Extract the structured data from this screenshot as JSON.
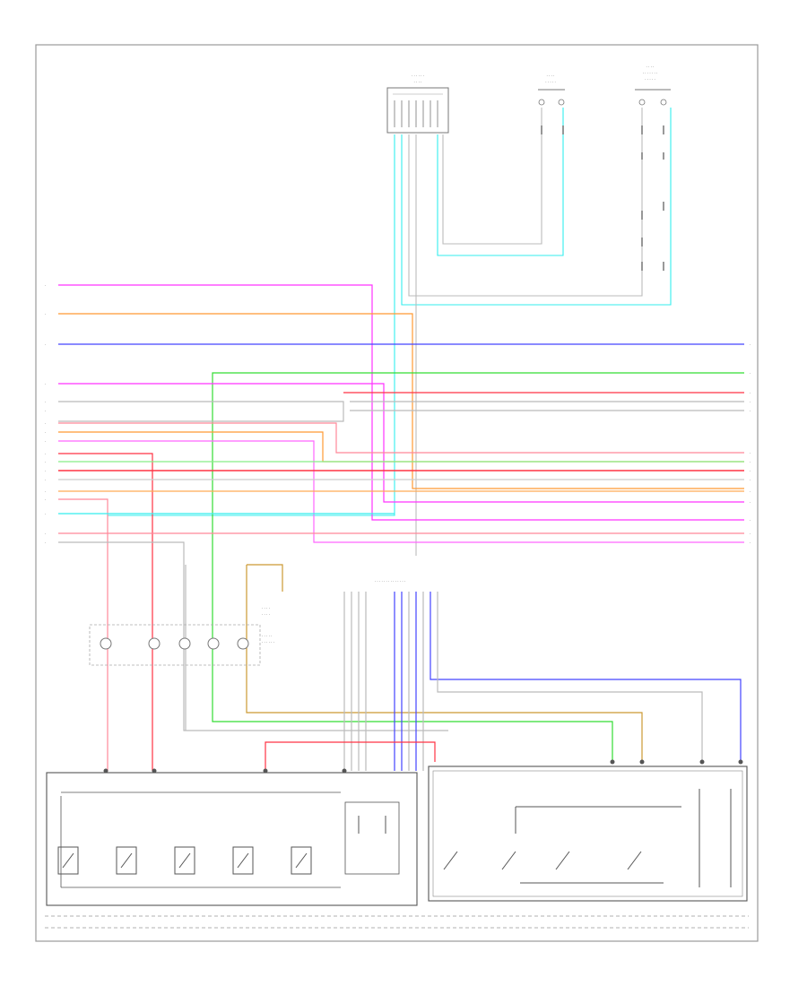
{
  "diagram": {
    "colors": {
      "pink": "#ff33ff",
      "orange": "#ff9933",
      "blue": "#4444ff",
      "green": "#33dd33",
      "red": "#ff3344",
      "cyan": "#33eeee",
      "gray": "#bbbbbb",
      "ltred": "#ff8899",
      "magenta_lt": "#ff66ff",
      "tan": "#cc9933",
      "frame": "#888888",
      "component": "#555555"
    },
    "top_connectors": [
      {
        "id": "conn-left",
        "label": ""
      },
      {
        "id": "conn-mid",
        "label": ""
      },
      {
        "id": "conn-right",
        "label": ""
      }
    ],
    "bottom_label_left": "",
    "bottom_label_right": "",
    "bottom_label_main": "",
    "page_ref": ""
  }
}
